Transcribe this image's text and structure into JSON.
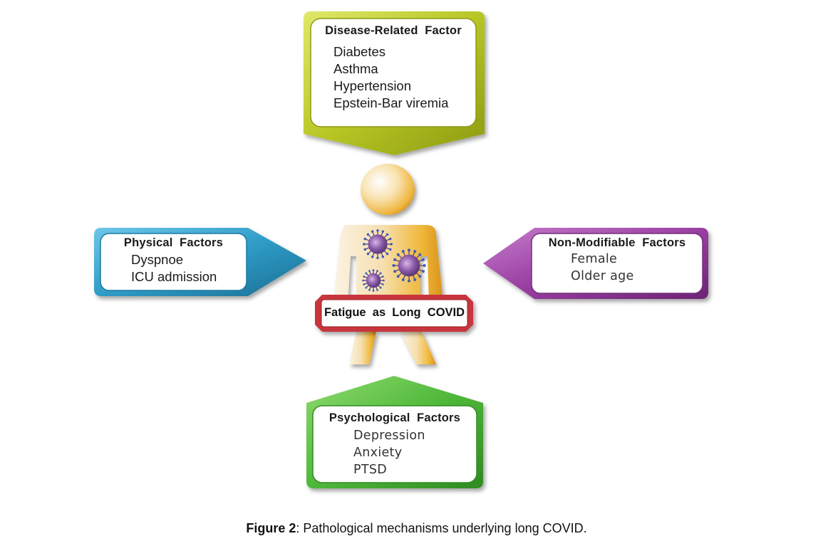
{
  "figure": {
    "caption_label": "Figure 2",
    "caption_text": ": Pathological mechanisms underlying long COVID."
  },
  "center": {
    "label": "Fatigue  as  Long  COVID",
    "icon": "person-with-virus-icon",
    "accent": "#c8343c"
  },
  "boxes": {
    "disease": {
      "title": "Disease-Related  Factor",
      "color": "#b9c72a",
      "items": [
        "Diabetes",
        "Asthma",
        "Hypertension",
        "Epstein-Bar viremia"
      ]
    },
    "physical": {
      "title": "Physical  Factors",
      "color": "#2f9cc7",
      "items": [
        "Dyspnoe",
        "ICU admission"
      ]
    },
    "nonmodifiable": {
      "title": "Non-Modifiable  Factors",
      "color": "#9a3fa2",
      "items": [
        "Female",
        "Older age"
      ]
    },
    "psychological": {
      "title": "Psychological  Factors",
      "color": "#4fb83a",
      "items": [
        "Depression",
        "Anxiety",
        "PTSD"
      ]
    }
  }
}
